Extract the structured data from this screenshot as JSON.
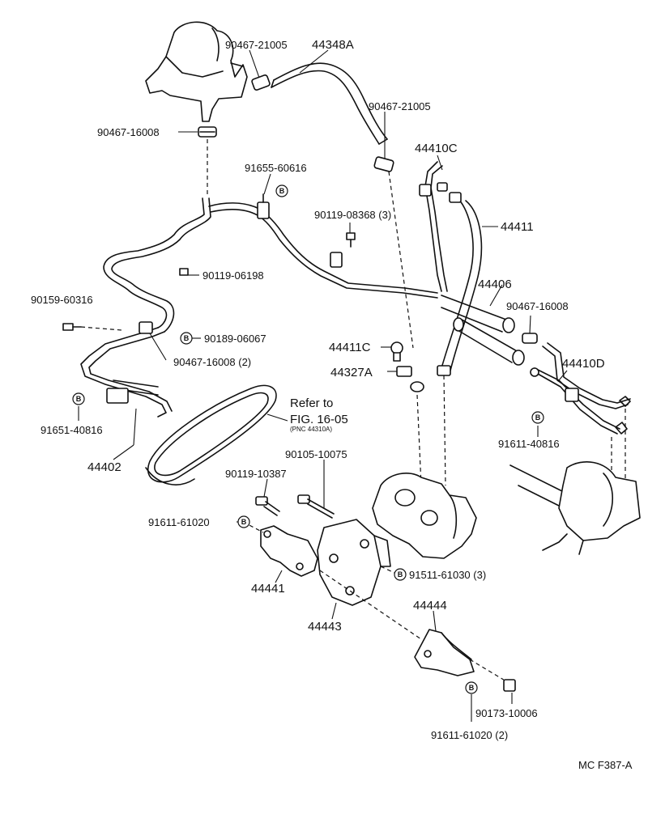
{
  "callouts": [
    {
      "id": "c1",
      "text": "90467-21005"
    },
    {
      "id": "c2",
      "text": "44348A"
    },
    {
      "id": "c3",
      "text": "90467-21005"
    },
    {
      "id": "c4",
      "text": "90467-16008"
    },
    {
      "id": "c5",
      "text": "91655-60616"
    },
    {
      "id": "c6",
      "text": "44410C"
    },
    {
      "id": "c7",
      "text": "90119-08368 (3)"
    },
    {
      "id": "c8",
      "text": "44411"
    },
    {
      "id": "c9",
      "text": "90119-06198"
    },
    {
      "id": "c10",
      "text": "44406"
    },
    {
      "id": "c11",
      "text": "90159-60316"
    },
    {
      "id": "c12",
      "text": "90467-16008"
    },
    {
      "id": "c13",
      "text": "90189-06067"
    },
    {
      "id": "c14",
      "text": "44411C"
    },
    {
      "id": "c15",
      "text": "90467-16008 (2)"
    },
    {
      "id": "c16",
      "text": "44327A"
    },
    {
      "id": "c17",
      "text": "44410D"
    },
    {
      "id": "c18",
      "text": "91651-40816"
    },
    {
      "id": "c19",
      "text": "91611-40816"
    },
    {
      "id": "c20",
      "text": "44402"
    },
    {
      "id": "c21",
      "text": "90105-10075"
    },
    {
      "id": "c22",
      "text": "90119-10387"
    },
    {
      "id": "c23",
      "text": "91611-61020"
    },
    {
      "id": "c24",
      "text": "91511-61030 (3)"
    },
    {
      "id": "c25",
      "text": "44441"
    },
    {
      "id": "c26",
      "text": "44443"
    },
    {
      "id": "c27",
      "text": "44444"
    },
    {
      "id": "c28",
      "text": "90173-10006"
    },
    {
      "id": "c29",
      "text": "91611-61020 (2)"
    }
  ],
  "refer": {
    "line1": "Refer to",
    "line2": "FIG. 16-05",
    "line3": "(PNC 44310A)"
  },
  "badge_letter": "B",
  "footer_code": "MC F387-A"
}
